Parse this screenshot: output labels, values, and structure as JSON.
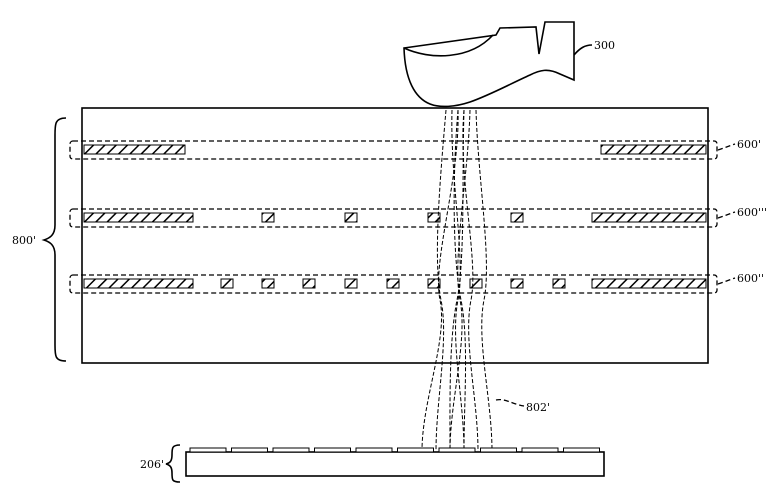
{
  "labels": {
    "finger": "300",
    "sensor_layer_top": "600'",
    "sensor_layer_middle": "600'''",
    "sensor_layer_bottom": "600''",
    "stack": "800'",
    "light_paths": "802'",
    "detector": "206'"
  }
}
